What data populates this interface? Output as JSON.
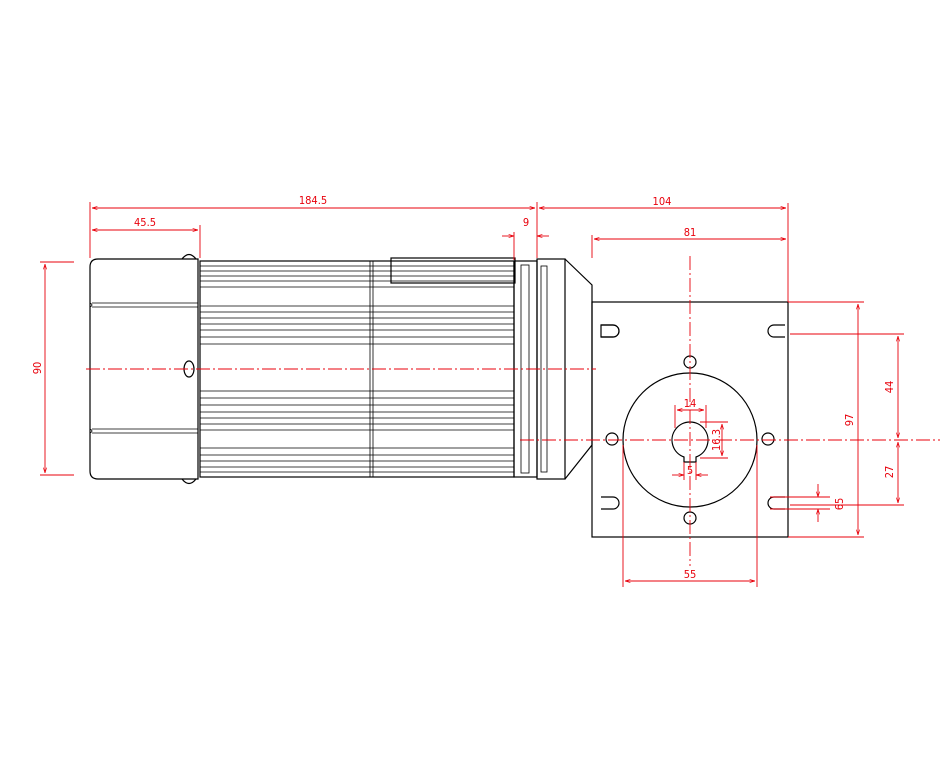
{
  "colors": {
    "outline": "#000000",
    "dimension": "#e8000b",
    "background": "#ffffff"
  },
  "dimensions": {
    "overall_length": "184.5",
    "end_cap_length": "45.5",
    "flange_thickness": "9",
    "gearbox_width": "104",
    "mount_hole_spacing": "81",
    "motor_diameter": "90",
    "shaft_diameter": "14",
    "key_height": "16.3",
    "key_width": "5",
    "gearbox_height": "97",
    "upper_offset": "44",
    "lower_offset": "27",
    "slot_spacing": "65",
    "boss_diameter": "55"
  }
}
